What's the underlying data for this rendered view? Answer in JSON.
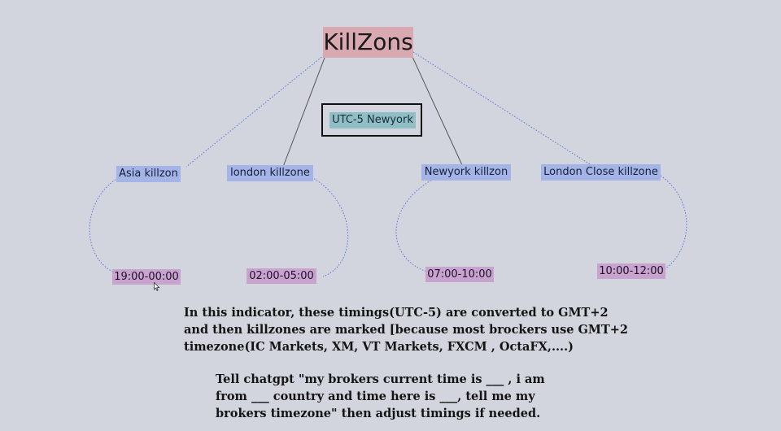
{
  "title": "KillZons",
  "timezone_label": "UTC-5 Newyork",
  "zones": [
    {
      "label": "Asia killzon",
      "time": "19:00-00:00"
    },
    {
      "label": "london killzone",
      "time": "02:00-05:00"
    },
    {
      "label": "Newyork killzon",
      "time": "07:00-10:00"
    },
    {
      "label": "London Close killzone",
      "time": "10:00-12:00"
    }
  ],
  "notes": {
    "paragraph1": [
      "In this indicator, these timings(UTC-5) are converted to GMT+2",
      "and then killzones are marked [because most brockers use GMT+2",
      "timezone(IC Markets, XM, VT Markets, FXCM , OctaFX,....)"
    ],
    "paragraph2": [
      "Tell chatgpt \"my brokers current time is ___ , i am",
      "from ___ country and time here is ___,  tell me my",
      "brokers timezone\" then adjust timings if needed."
    ]
  },
  "colors": {
    "background": "#d2d5dd",
    "title_fill": "#d8a9b1",
    "zone_fill": "#a4b4e6",
    "time_fill": "#c8a3ce",
    "timezone_fill": "#8fbfc4",
    "dotted_line": "#5b74d6",
    "solid_line": "#555555"
  }
}
